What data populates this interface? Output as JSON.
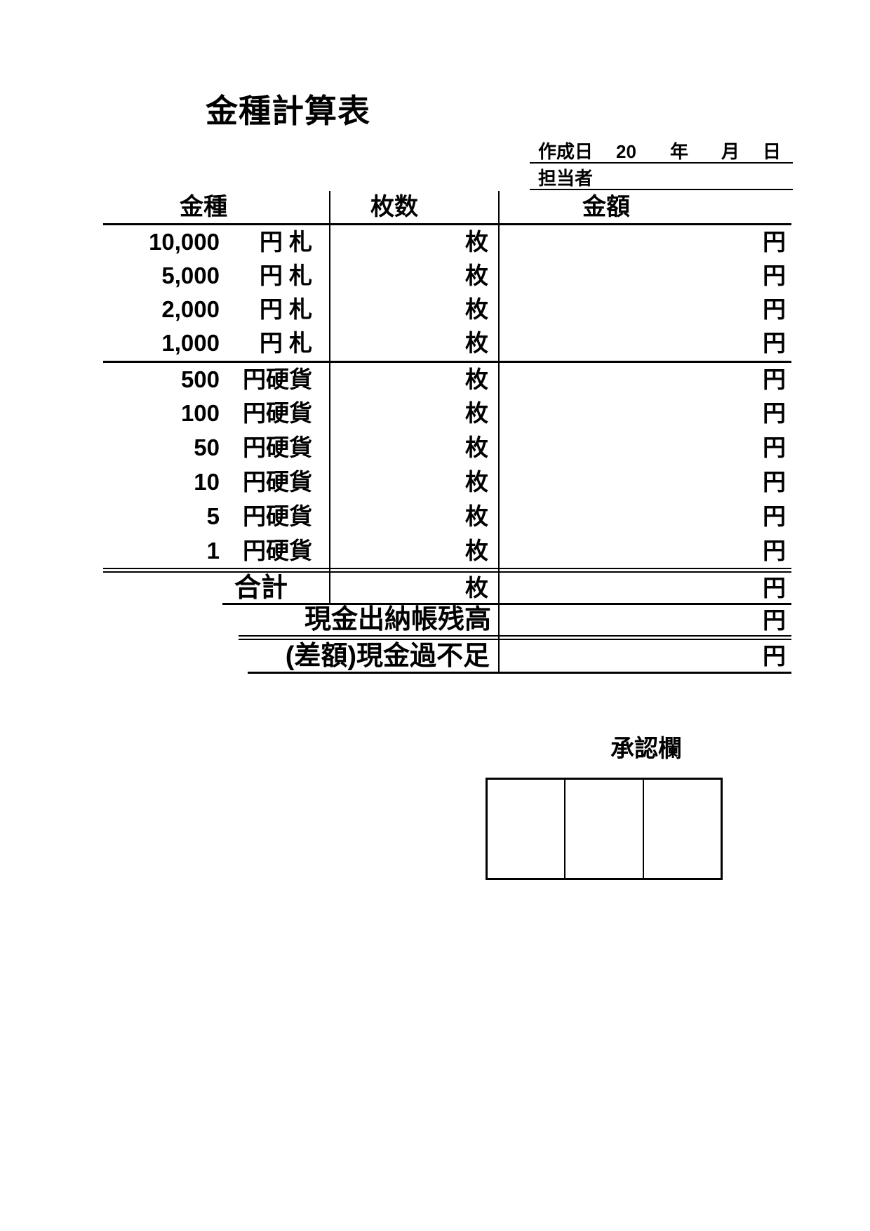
{
  "colors": {
    "ink": "#000000",
    "background": "#ffffff"
  },
  "title": "金種計算表",
  "meta": {
    "created_label": "作成日",
    "year_prefix": "20",
    "year_suffix": "年",
    "month_suffix": "月",
    "day_suffix": "日",
    "person_label": "担当者",
    "person_value": ""
  },
  "table": {
    "headers": {
      "kind": "金種",
      "count": "枚数",
      "amount": "金額"
    },
    "count_unit": "枚",
    "yen_unit": "円",
    "rows": [
      {
        "value": "10,000",
        "unit": "円 札"
      },
      {
        "value": "5,000",
        "unit": "円 札"
      },
      {
        "value": "2,000",
        "unit": "円 札"
      },
      {
        "value": "1,000",
        "unit": "円 札"
      },
      {
        "value": "500",
        "unit": "円硬貨"
      },
      {
        "value": "100",
        "unit": "円硬貨"
      },
      {
        "value": "50",
        "unit": "円硬貨"
      },
      {
        "value": "10",
        "unit": "円硬貨"
      },
      {
        "value": "5",
        "unit": "円硬貨"
      },
      {
        "value": "1",
        "unit": "円硬貨"
      }
    ],
    "total_label": "合計",
    "balance_label": "現金出納帳残高",
    "difference_label": "(差額)現金過不足"
  },
  "approval": {
    "label": "承認欄"
  }
}
